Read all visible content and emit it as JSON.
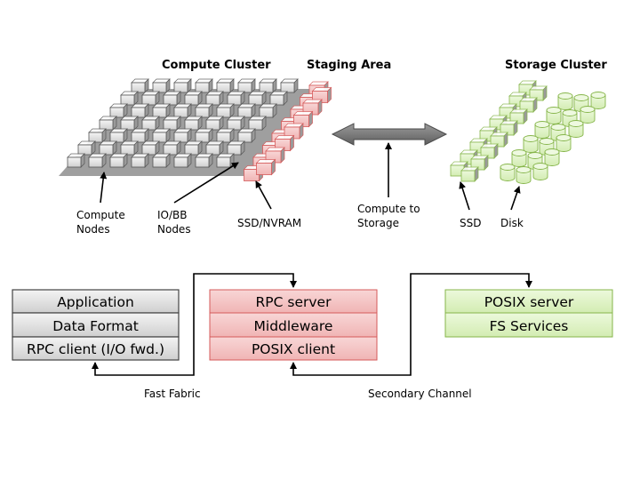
{
  "titles": {
    "compute_cluster": "Compute Cluster",
    "staging_area": "Staging Area",
    "storage_cluster": "Storage Cluster"
  },
  "labels": {
    "compute_nodes": [
      "Compute",
      "Nodes"
    ],
    "io_bb_nodes": [
      "IO/BB",
      "Nodes"
    ],
    "ssd_nvram": "SSD/NVRAM",
    "compute_to_storage": [
      "Compute to",
      "Storage"
    ],
    "ssd": "SSD",
    "disk": "Disk",
    "fast_fabric": "Fast Fabric",
    "secondary_channel": "Secondary Channel"
  },
  "stacks": {
    "client": [
      "Application",
      "Data Format",
      "RPC client (I/O fwd.)"
    ],
    "staging": [
      "RPC server",
      "Middleware",
      "POSIX client"
    ],
    "storage": [
      "POSIX server",
      "FS Services"
    ]
  },
  "colors": {
    "gray_fill": "#dcdcdc",
    "red_fill": "#f4c7c7",
    "red_stroke": "#d55a5a",
    "green_fill": "#dff3c5",
    "green_stroke": "#86b54a",
    "arrow_fill": "#6f6f6f"
  }
}
